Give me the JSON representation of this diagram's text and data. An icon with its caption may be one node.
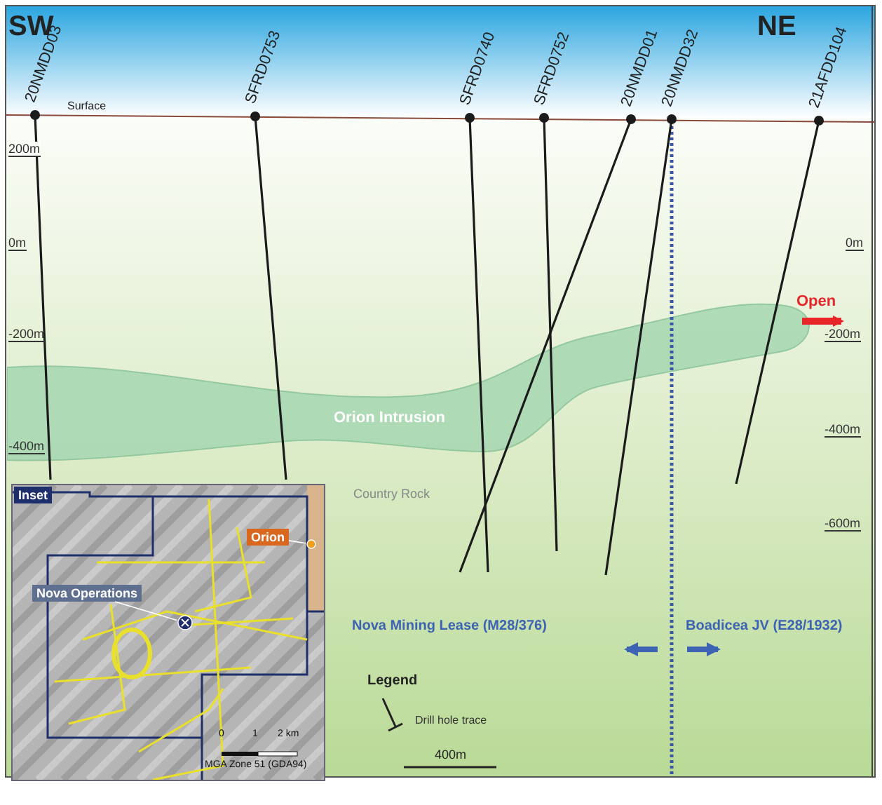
{
  "diagram": {
    "nodes": [
      {
        "text": [
          "Orion Intrusion"
        ]
      },
      {
        "text": [
          "Inset"
        ]
      },
      {
        "text": [
          "Orion"
        ],
        "in": 1
      },
      {
        "text": [],
        "shape": "circle",
        "in": 1
      },
      {
        "text": [
          "Nova Operations"
        ],
        "in": 1
      },
      {
        "text": [],
        "shape": "circle",
        "in": 1
      }
    ],
    "edges": [
      {
        "from": 2,
        "to": 3,
        "arrow": "none"
      },
      {
        "from": 4,
        "to": 5,
        "arrow": "none"
      }
    ],
    "labels": [
      "SW",
      "NE",
      "20NMDD03",
      "SFRD0753",
      "SFRD0740",
      "SFRD0752",
      "20NMDD01",
      "20NMDD32",
      "21AFDD104",
      "Surface",
      "200m",
      "0m",
      "0m",
      "-200m",
      "Open",
      "-200m",
      "-400m",
      "-400m",
      "Country Rock",
      "-600m",
      "Nova Mining Lease (M28/376)",
      "Boadicea JV (E28/1932)",
      "0",
      "1",
      "2 km",
      "MGA Zone 51 (GDA94)",
      "Legend",
      "400m"
    ],
    "legend": [
      {
        "text": "Drill hole trace"
      }
    ]
  }
}
